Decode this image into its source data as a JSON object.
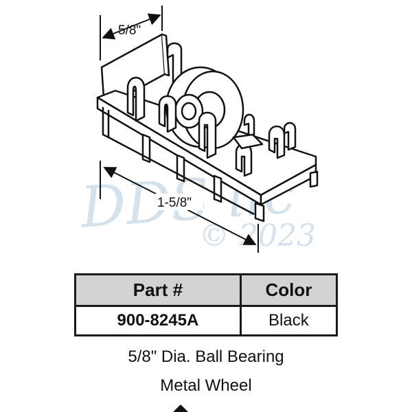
{
  "drawing": {
    "dimension_width": "5/8\"",
    "dimension_length": "1-5/8\""
  },
  "watermark": {
    "brand": "DDS llc",
    "copyright": "© 2023"
  },
  "table": {
    "headers": [
      "Part #",
      "Color"
    ],
    "rows": [
      {
        "part": "900-8245A",
        "color": "Black"
      }
    ]
  },
  "caption": {
    "line1": "5/8\" Dia. Ball Bearing",
    "line2": "Metal Wheel"
  }
}
